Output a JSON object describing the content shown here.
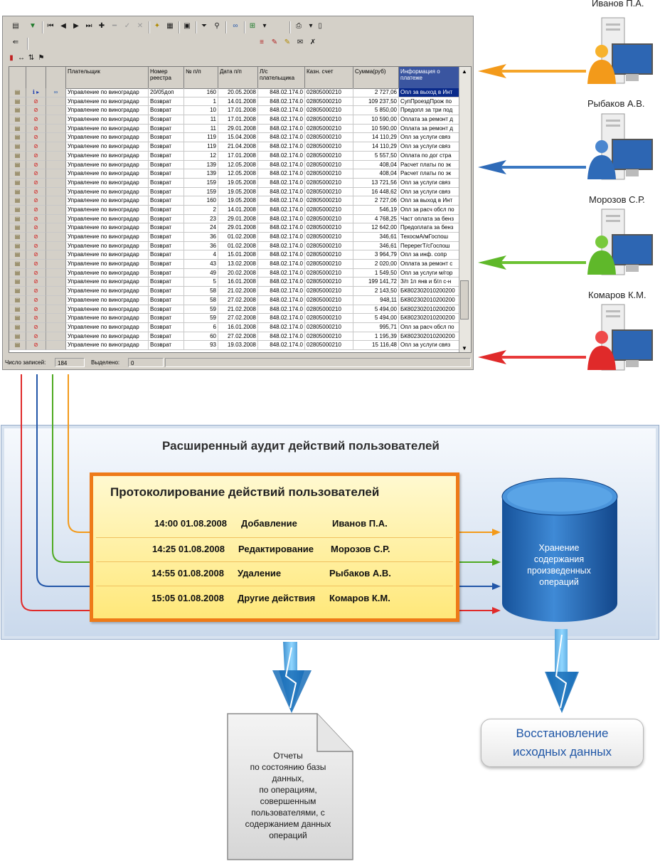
{
  "app": {
    "columns": [
      "Плательщик",
      "Номер реестра",
      "№ п/п",
      "Дата п/п",
      "Л/с плательщика",
      "Казн. счет",
      "Сумма(руб)",
      "Информация о платеже"
    ],
    "rows": [
      [
        "Управление по виноградар",
        "20/05доп",
        "160",
        "20.05.2008",
        "848.02.174.0",
        "02805000210",
        "2 727,06",
        "Опл за выход в Инт"
      ],
      [
        "Управление по виноградар",
        "Возврат",
        "1",
        "14.01.2008",
        "848.02.174.0",
        "02805000210",
        "109 237,50",
        "СупПроездПрож по"
      ],
      [
        "Управление по виноградар",
        "Возврат",
        "10",
        "17.01.2008",
        "848.02.174.0",
        "02805000210",
        "5 850,00",
        "Предопл за три под"
      ],
      [
        "Управление по виноградар",
        "Возврат",
        "11",
        "17.01.2008",
        "848.02.174.0",
        "02805000210",
        "10 590,00",
        "Оплата за ремонт д"
      ],
      [
        "Управление по виноградар",
        "Возврат",
        "11",
        "29.01.2008",
        "848.02.174.0",
        "02805000210",
        "10 590,00",
        "Оплата за ремонт д"
      ],
      [
        "Управление по виноградар",
        "Возврат",
        "119",
        "15.04.2008",
        "848.02.174.0",
        "02805000210",
        "14 110,29",
        "Опл за услуги связ"
      ],
      [
        "Управление по виноградар",
        "Возврат",
        "119",
        "21.04.2008",
        "848.02.174.0",
        "02805000210",
        "14 110,29",
        "Опл за услуги связ"
      ],
      [
        "Управление по виноградар",
        "Возврат",
        "12",
        "17.01.2008",
        "848.02.174.0",
        "02805000210",
        "5 557,50",
        "Оплата по дог стра"
      ],
      [
        "Управление по виноградар",
        "Возврат",
        "139",
        "12.05.2008",
        "848.02.174.0",
        "02805000210",
        "408,04",
        "Расчет платы по эк"
      ],
      [
        "Управление по виноградар",
        "Возврат",
        "139",
        "12.05.2008",
        "848.02.174.0",
        "02805000210",
        "408,04",
        "Расчет платы по эк"
      ],
      [
        "Управление по виноградар",
        "Возврат",
        "159",
        "19.05.2008",
        "848.02.174.0",
        "02805000210",
        "13 721,56",
        "Опл за услуги связ"
      ],
      [
        "Управление по виноградар",
        "Возврат",
        "159",
        "19.05.2008",
        "848.02.174.0",
        "02805000210",
        "16 448,62",
        "Опл за услуги связ"
      ],
      [
        "Управление по виноградар",
        "Возврат",
        "160",
        "19.05.2008",
        "848.02.174.0",
        "02805000210",
        "2 727,06",
        "Опл за выход в Инт"
      ],
      [
        "Управление по виноградар",
        "Возврат",
        "2",
        "14.01.2008",
        "848.02.174.0",
        "02805000210",
        "546,19",
        "Опл за расч обсл по"
      ],
      [
        "Управление по виноградар",
        "Возврат",
        "23",
        "29.01.2008",
        "848.02.174.0",
        "02805000210",
        "4 768,25",
        "Част оплата за бенз"
      ],
      [
        "Управление по виноградар",
        "Возврат",
        "24",
        "29.01.2008",
        "848.02.174.0",
        "02805000210",
        "12 642,00",
        "Предоплата за бенз"
      ],
      [
        "Управление по виноградар",
        "Возврат",
        "36",
        "01.02.2008",
        "848.02.174.0",
        "02805000210",
        "346,61",
        "ТехосмА/мГоспош"
      ],
      [
        "Управление по виноградар",
        "Возврат",
        "36",
        "01.02.2008",
        "848.02.174.0",
        "02805000210",
        "346,61",
        "ПеререгТ/сГоспош"
      ],
      [
        "Управление по виноградар",
        "Возврат",
        "4",
        "15.01.2008",
        "848.02.174.0",
        "02805000210",
        "3 964,79",
        "Опл за инф. сопр"
      ],
      [
        "Управление по виноградар",
        "Возврат",
        "43",
        "13.02.2008",
        "848.02.174.0",
        "02805000210",
        "2 020,00",
        "Оплата за ремонт с"
      ],
      [
        "Управление по виноградар",
        "Возврат",
        "49",
        "20.02.2008",
        "848.02.174.0",
        "02805000210",
        "1 549,50",
        "Опл за услуги м/гор"
      ],
      [
        "Управление по виноградар",
        "Возврат",
        "5",
        "16.01.2008",
        "848.02.174.0",
        "02805000210",
        "199 141,72",
        "З/п 1п янв и б/л с-н"
      ],
      [
        "Управление по виноградар",
        "Возврат",
        "58",
        "21.02.2008",
        "848.02.174.0",
        "02805000210",
        "2 143,50",
        "БК802302010200200"
      ],
      [
        "Управление по виноградар",
        "Возврат",
        "58",
        "27.02.2008",
        "848.02.174.0",
        "02805000210",
        "948,11",
        "БК802302010200200"
      ],
      [
        "Управление по виноградар",
        "Возврат",
        "59",
        "21.02.2008",
        "848.02.174.0",
        "02805000210",
        "5 494,00",
        "БК802302010200200"
      ],
      [
        "Управление по виноградар",
        "Возврат",
        "59",
        "27.02.2008",
        "848.02.174.0",
        "02805000210",
        "5 494,00",
        "БК802302010200200"
      ],
      [
        "Управление по виноградар",
        "Возврат",
        "6",
        "16.01.2008",
        "848.02.174.0",
        "02805000210",
        "995,71",
        "Опл за расч обсл по"
      ],
      [
        "Управление по виноградар",
        "Возврат",
        "60",
        "27.02.2008",
        "848.02.174.0",
        "02805000210",
        "1 195,39",
        "БК802302010200200"
      ],
      [
        "Управление по виноградар",
        "Возврат",
        "93",
        "19.03.2008",
        "848.02.174.0",
        "02805000210",
        "15 116,48",
        "Опл за услуги связ"
      ]
    ],
    "status": {
      "count_label": "Число записей:",
      "count_value": "184",
      "selected_label": "Выделено:",
      "selected_value": "0"
    }
  },
  "users": [
    {
      "name": "Иванов П.А.",
      "color": "#f39a1a"
    },
    {
      "name": "Рыбаков А.В.",
      "color": "#2f6bb8"
    },
    {
      "name": "Морозов С.Р.",
      "color": "#5fb82a"
    },
    {
      "name": "Комаров К.М.",
      "color": "#e02a2a"
    }
  ],
  "audit": {
    "title": "Расширенный аудит действий пользователей",
    "log_title": "Протоколирование действий пользователей",
    "log": [
      {
        "time": "14:00 01.08.2008",
        "action": "Добавление",
        "user": "Иванов П.А."
      },
      {
        "time": "14:25 01.08.2008",
        "action": "Редактирование",
        "user": "Морозов С.Р."
      },
      {
        "time": "14:55 01.08.2008",
        "action": "Удаление",
        "user": "Рыбаков А.В."
      },
      {
        "time": "15:05 01.08.2008",
        "action": "Другие действия",
        "user": "Комаров К.М."
      }
    ],
    "storage": [
      "Хранение",
      "содержания",
      "произведенных",
      "операций"
    ],
    "reports": [
      "Отчеты",
      "по состоянию базы",
      "данных,",
      "по операциям,",
      "совершенным",
      "пользователями, с",
      "содержанием данных",
      "операций"
    ],
    "restore": [
      "Восстановление",
      "исходных данных"
    ]
  }
}
